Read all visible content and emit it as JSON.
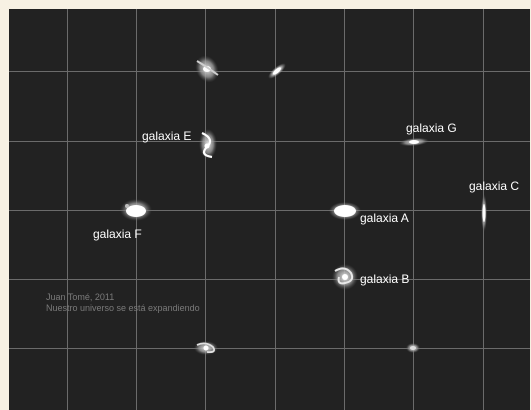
{
  "galaxies": {
    "a": "galaxia A",
    "b": "galaxia B",
    "c": "galaxia C",
    "e": "galaxia E",
    "f": "galaxia F",
    "g": "galaxia G"
  },
  "credit": {
    "author": "Juan Tomé, 2011",
    "caption": "Nuestro universo se está expandiendo"
  },
  "colors": {
    "background": "#222222",
    "grid": "#6b6b6b",
    "label": "#ffffff",
    "border": "#f7f1e3"
  }
}
